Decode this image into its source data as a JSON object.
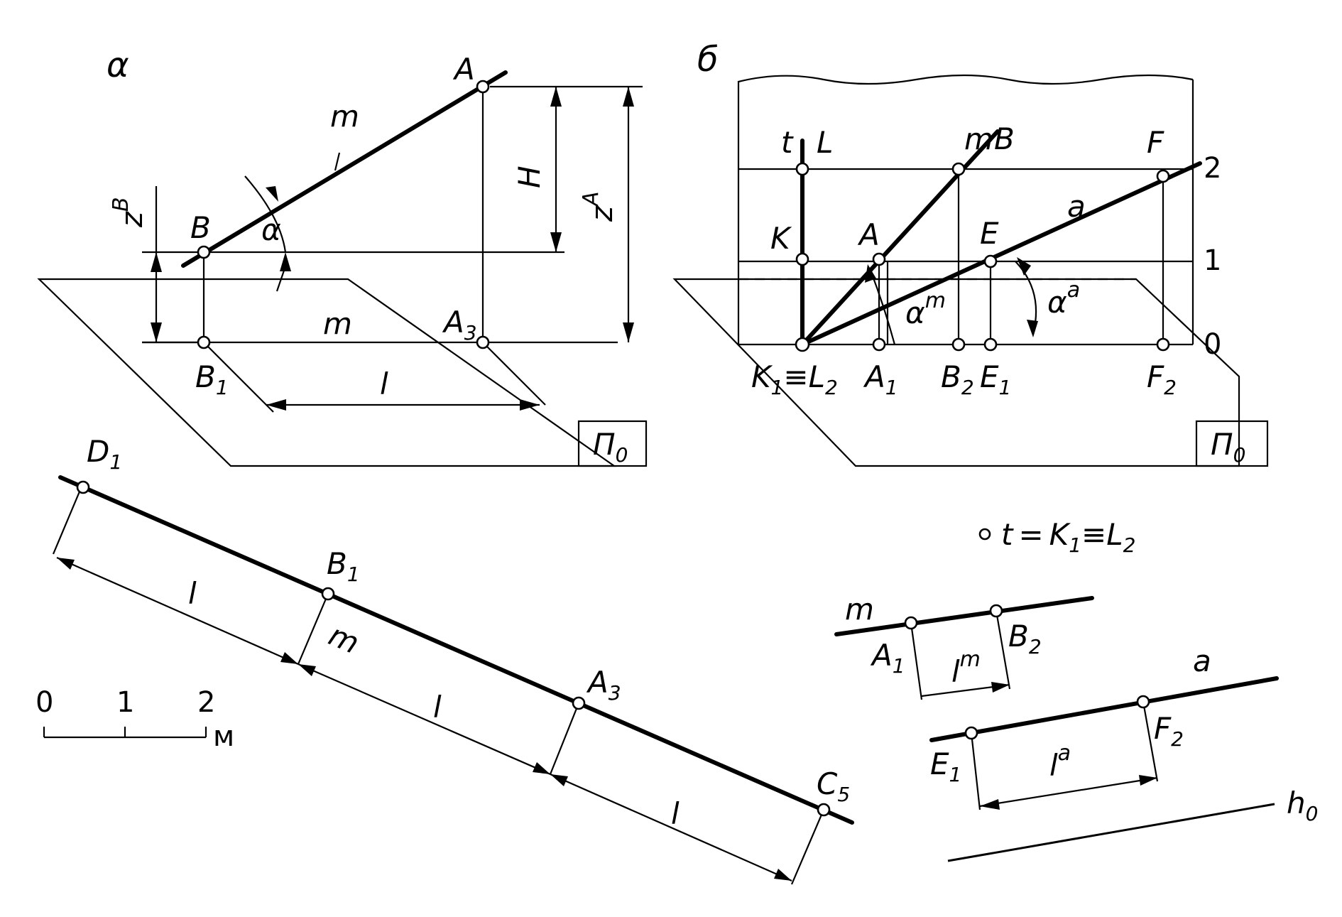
{
  "panel_a": {
    "title": "α",
    "points": {
      "A": "A",
      "B": "B",
      "A3": "A",
      "A3_sub": "3",
      "B1": "B",
      "B1_sub": "1"
    },
    "line": "m",
    "projection_line": "m",
    "height": "H",
    "zA": "z",
    "zA_sup": "A",
    "zB": "z",
    "zB_sup": "B",
    "angle": "α",
    "length": "l",
    "plane": "Π",
    "plane_sub": "0"
  },
  "panel_b": {
    "title": "б",
    "lines": {
      "t": "t",
      "m": "m",
      "a": "a"
    },
    "points": {
      "L": "L",
      "K": "K",
      "A": "A",
      "B": "B",
      "E": "E",
      "F": "F",
      "K1": "K",
      "K1_sub": "1",
      "eq": "≡",
      "L2": "L",
      "L2_sub": "2",
      "A1": "A",
      "A1_sub": "1",
      "B2": "B",
      "B2_sub": "2",
      "E1": "E",
      "E1_sub": "1",
      "F2": "F",
      "F2_sub": "2"
    },
    "levels": [
      "0",
      "1",
      "2"
    ],
    "angle_m": "α",
    "angle_m_sup": "m",
    "angle_a": "α",
    "angle_a_sup": "a",
    "plane": "Π",
    "plane_sub": "0"
  },
  "bottom_left": {
    "points": {
      "D": "D",
      "D_sub": "1",
      "B": "B",
      "B_sub": "1",
      "A": "A",
      "A_sub": "3",
      "C": "C",
      "C_sub": "5"
    },
    "line": "m",
    "interval": "l",
    "scale": {
      "ticks": [
        "0",
        "1",
        "2"
      ],
      "unit": "м"
    }
  },
  "bottom_right": {
    "t_label": "t",
    "t_eq1": "=",
    "t_K": "K",
    "t_K_sub": "1",
    "t_eq2": "≡",
    "t_L": "L",
    "t_L_sub": "2",
    "m_line": "m",
    "A1": "A",
    "A1_sub": "1",
    "B2": "B",
    "B2_sub": "2",
    "lm": "l",
    "lm_sup": "m",
    "a_line": "a",
    "E1": "E",
    "E1_sub": "1",
    "F2": "F",
    "F2_sub": "2",
    "la": "l",
    "la_sup": "a",
    "h0": "h",
    "h0_sub": "0"
  }
}
